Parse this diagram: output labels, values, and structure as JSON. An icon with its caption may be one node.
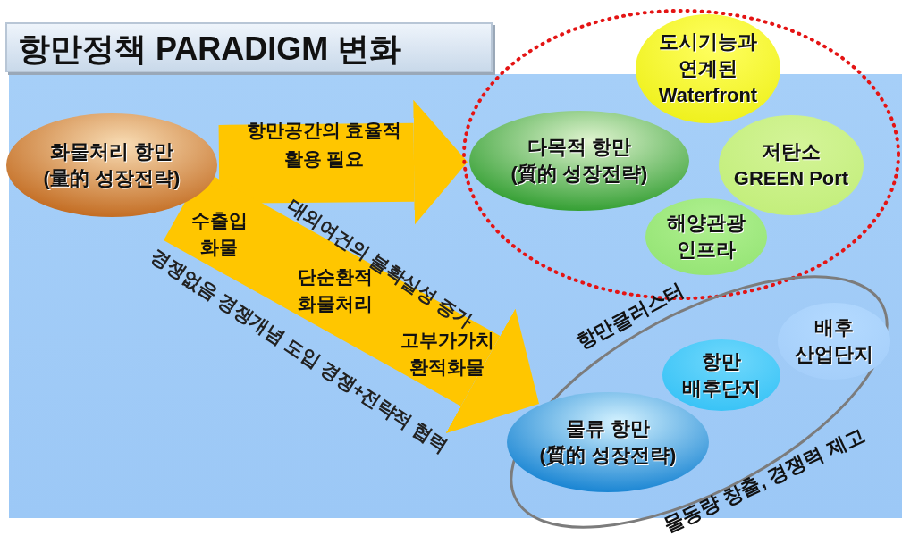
{
  "diagram": {
    "title": "항만정책 PARADIGM 변화",
    "nodes": [
      {
        "text": [
          "화물처리 항만",
          "(量的 성장전략)"
        ]
      },
      {
        "text": [],
        "shape": "ellipse"
      },
      {
        "text": [
          "다목적 항만",
          "(質的 성장전략)"
        ],
        "in": 1
      },
      {
        "text": [
          "도시기능과 연계된 Waterfront"
        ],
        "in": 1
      },
      {
        "text": [
          "저탄소 GREEN Port"
        ],
        "in": 1
      },
      {
        "text": [
          "해양관광 인프라"
        ],
        "in": 1
      },
      {
        "text": [
          "항만클러스터",
          "물동량 창출, 경쟁력 제고"
        ]
      },
      {
        "text": [
          "물류 항만",
          "(質的 성장전략)"
        ],
        "in": 6
      },
      {
        "text": [
          "항만 배후단지"
        ],
        "in": 6
      },
      {
        "text": [
          "배후 산업단지"
        ],
        "in": 6
      }
    ],
    "edges": [
      {
        "from": 0,
        "to": 2,
        "arrow": "to",
        "label": "항만공간의 효율적 활용 필요"
      },
      {
        "from": 0,
        "to": 7,
        "arrow": "to"
      }
    ],
    "labels": [
      "대외여건의 불확실성 증가",
      "수출입 화물",
      "경쟁없음 경쟁개념 도입 경쟁+전략적 협력",
      "단순환적 화물처리",
      "고부가가치 환적화물"
    ]
  }
}
